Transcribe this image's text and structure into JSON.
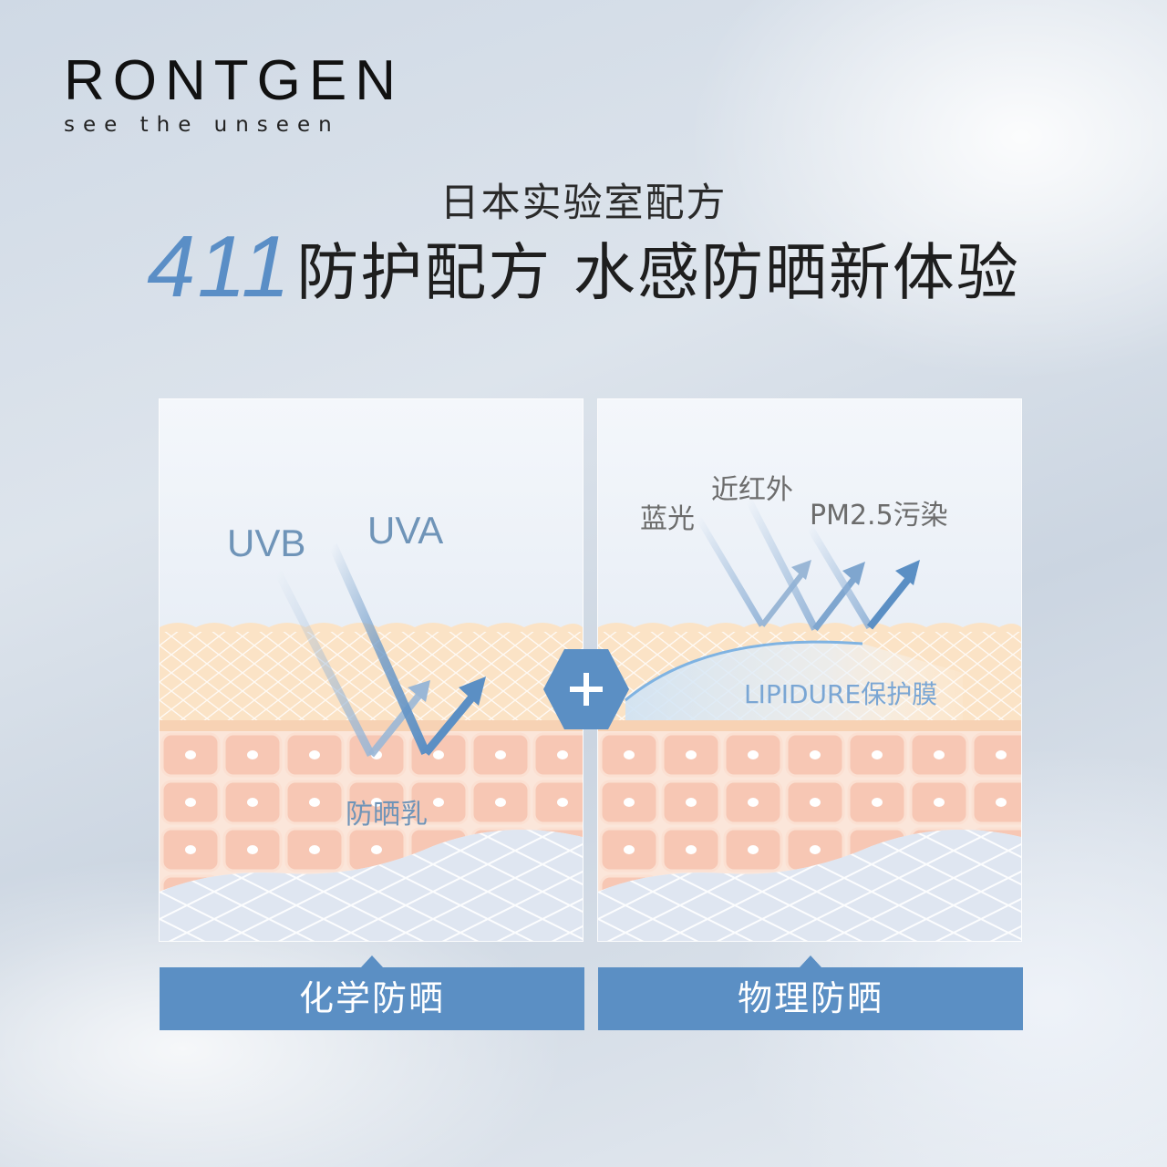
{
  "brand": {
    "name": "RONTGEN",
    "tagline": "see the unseen"
  },
  "subtitle": "日本实验室配方",
  "headline": {
    "number": "411",
    "text": "防护配方 水感防晒新体验"
  },
  "left_panel": {
    "uvb": "UVB",
    "uva": "UVA",
    "layer_label": "防晒乳",
    "caption": "化学防晒"
  },
  "right_panel": {
    "blue_light": "蓝光",
    "near_infrared": "近红外",
    "pm25": "PM2.5污染",
    "film_label": "LIPIDURE保护膜",
    "caption": "物理防晒"
  },
  "plus_symbol": "+",
  "colors": {
    "accent_blue": "#5b8fc4",
    "text_blue": "#6f94b8",
    "skin_peach": "#f6c9b4",
    "skin_top": "#fbe2c4"
  }
}
